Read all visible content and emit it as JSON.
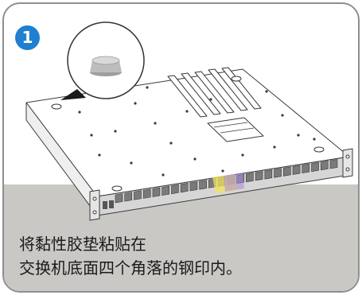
{
  "step": {
    "number": "1"
  },
  "caption": {
    "line1": "将黏性胶垫粘贴在",
    "line2": "交换机底面四个角落的钢印内。"
  },
  "colors": {
    "frame_border": "#8f8f8f",
    "badge_fill": "#1f7fd0",
    "background_band": "#c9c8c5",
    "device_line": "#3a3a3a",
    "rubber_foot": "#bdbdbd"
  },
  "icons": {
    "step_badge": "numbered-circle",
    "magnifier": "zoom-callout-circle",
    "device": "rack-switch-underside"
  }
}
